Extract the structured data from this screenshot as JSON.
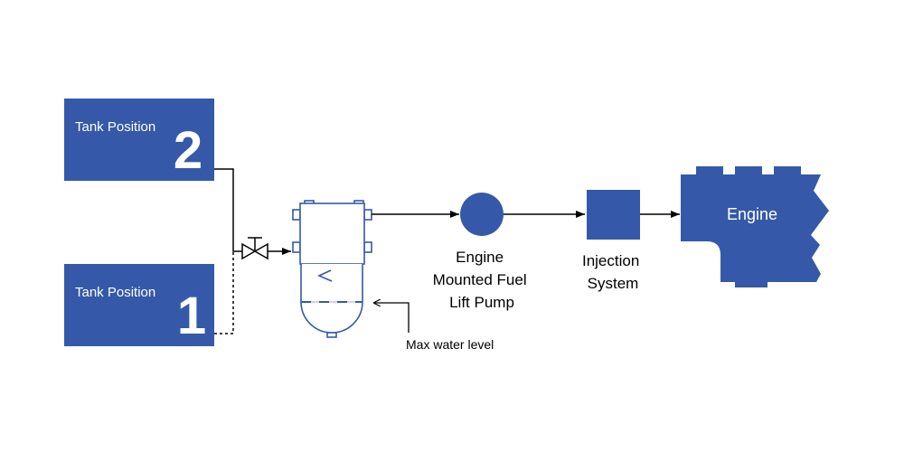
{
  "colors": {
    "primary": "#3559a8",
    "line": "#000000",
    "text_on_blue": "#ffffff"
  },
  "tank2": {
    "label": "Tank Position",
    "number": "2"
  },
  "tank1": {
    "label": "Tank Position",
    "number": "1"
  },
  "filter": {
    "icon": "fuel-water-separator-icon",
    "annotation": "Max water level"
  },
  "valve": {
    "icon": "valve-icon"
  },
  "pump": {
    "lines": [
      "Engine",
      "Mounted Fuel",
      "Lift Pump"
    ]
  },
  "injection": {
    "lines": [
      "Injection",
      "System"
    ]
  },
  "engine": {
    "label": "Engine"
  }
}
